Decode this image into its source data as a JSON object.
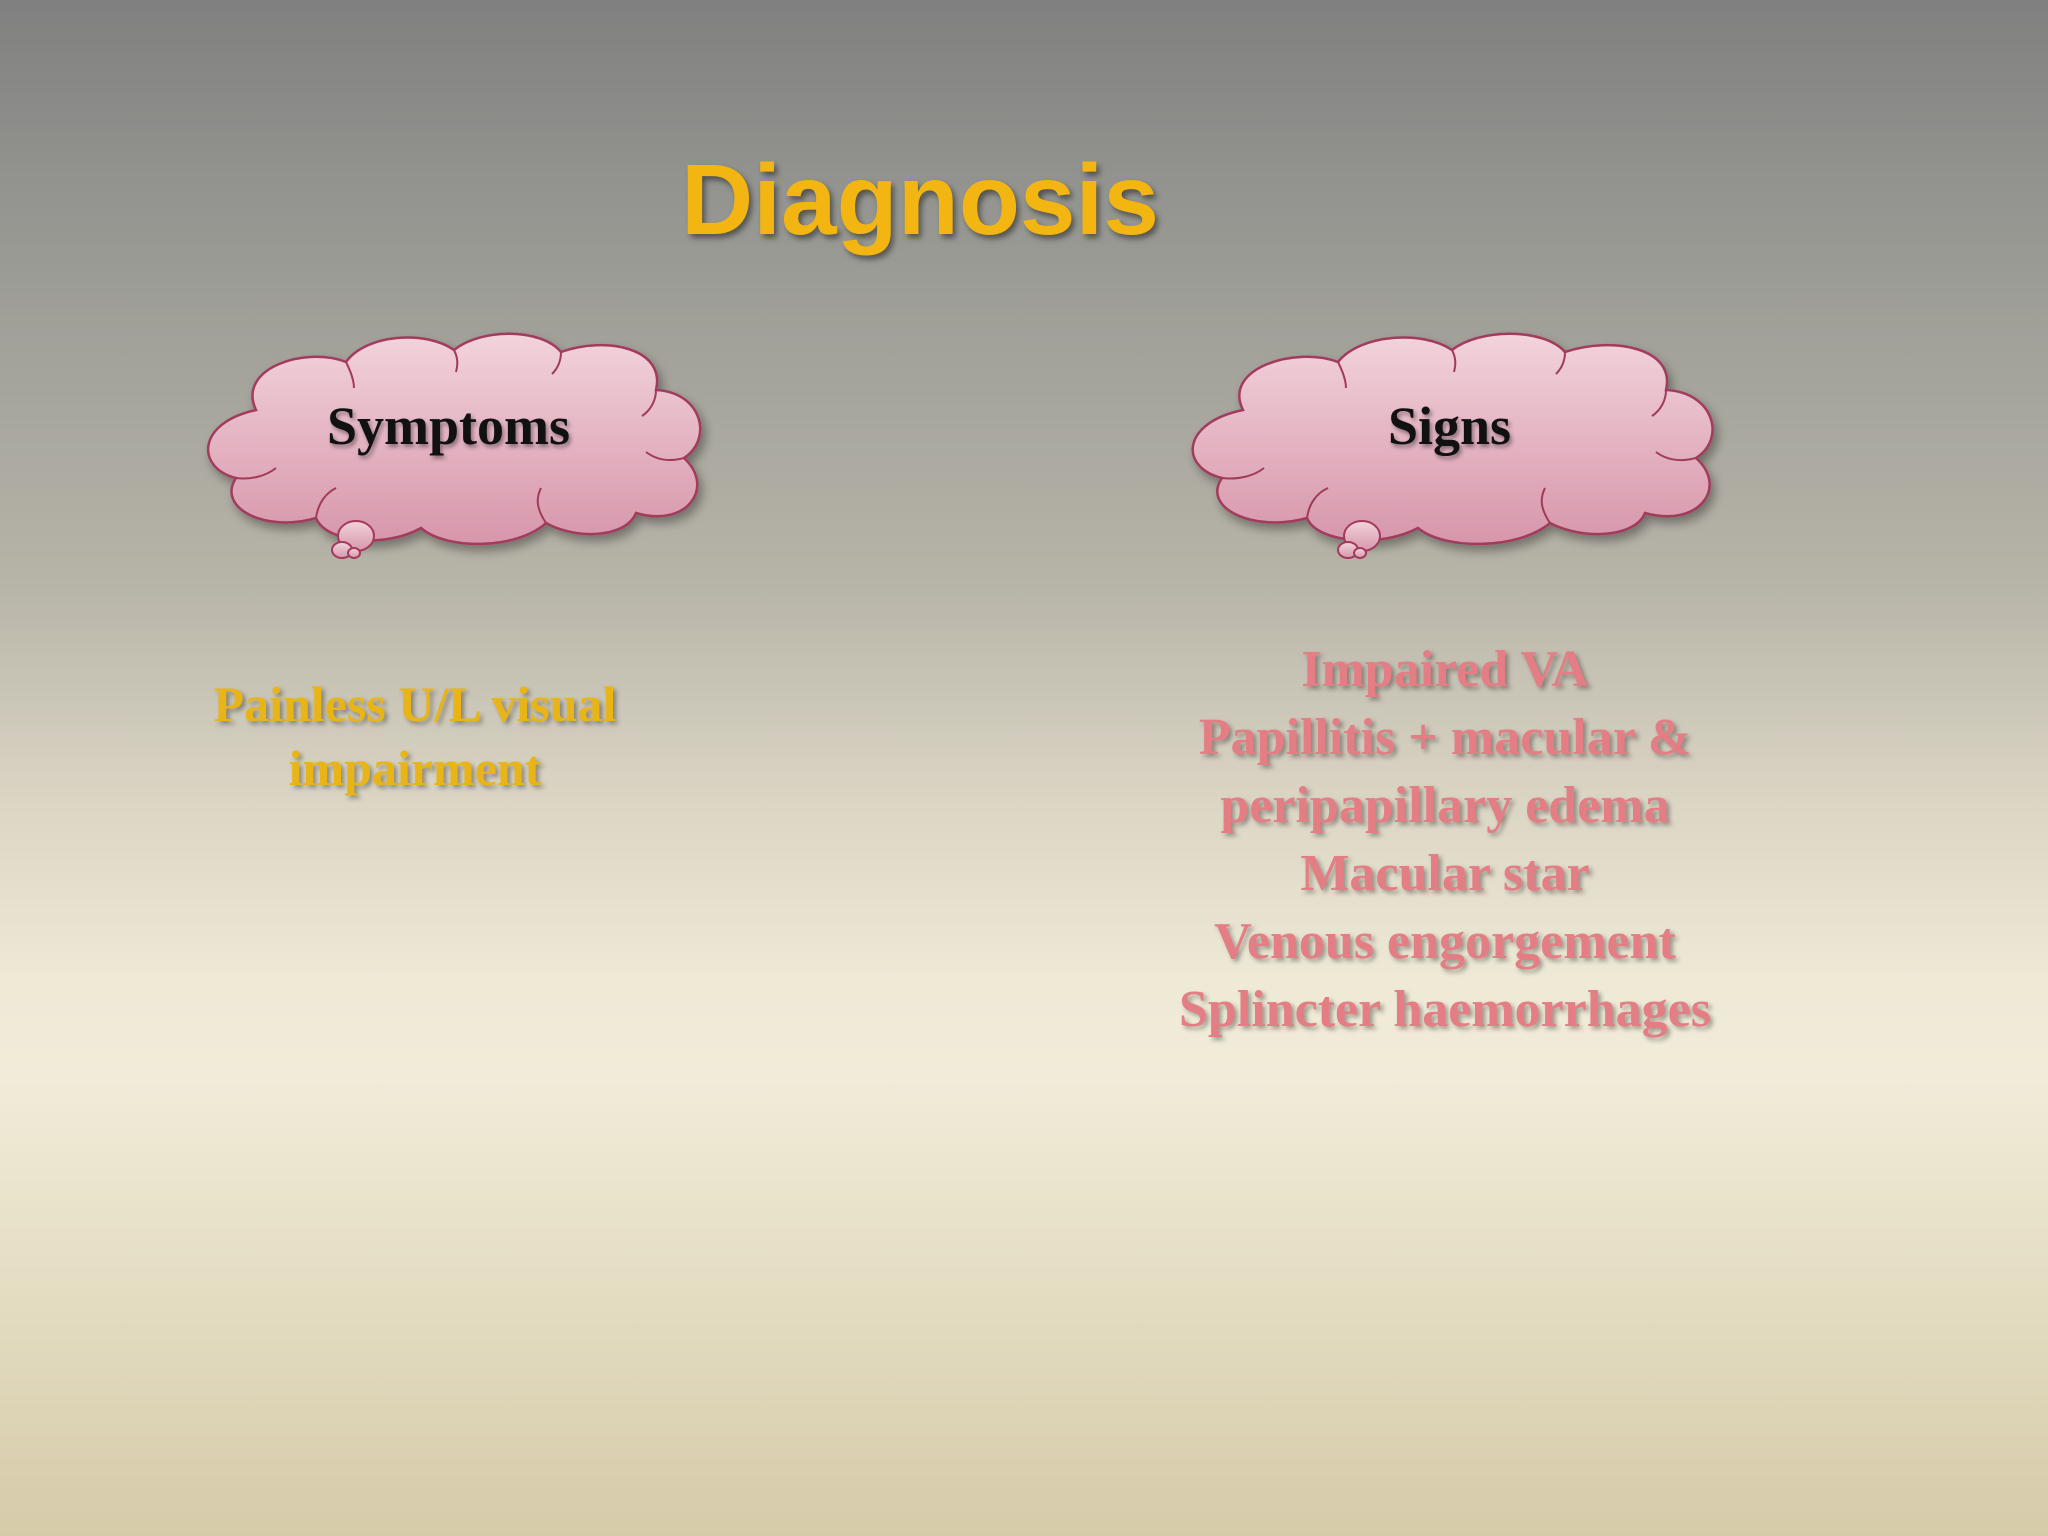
{
  "slide": {
    "title": "Diagnosis",
    "title_color": "#f3b512"
  },
  "symptoms": {
    "heading": "Symptoms",
    "lines": [
      "Painless U/L visual",
      "impairment"
    ],
    "text_color": "#e9b516"
  },
  "signs": {
    "heading": "Signs",
    "items": [
      "Impaired VA",
      "Papillitis + macular &",
      "peripapillary edema",
      "Macular star",
      "Venous engorgement",
      "Splincter haemorrhages"
    ],
    "text_color": "#e57d85"
  },
  "cloud": {
    "fill_top": "#f0cfd9",
    "fill_bottom": "#d99aae",
    "stroke": "#a23a5c"
  }
}
